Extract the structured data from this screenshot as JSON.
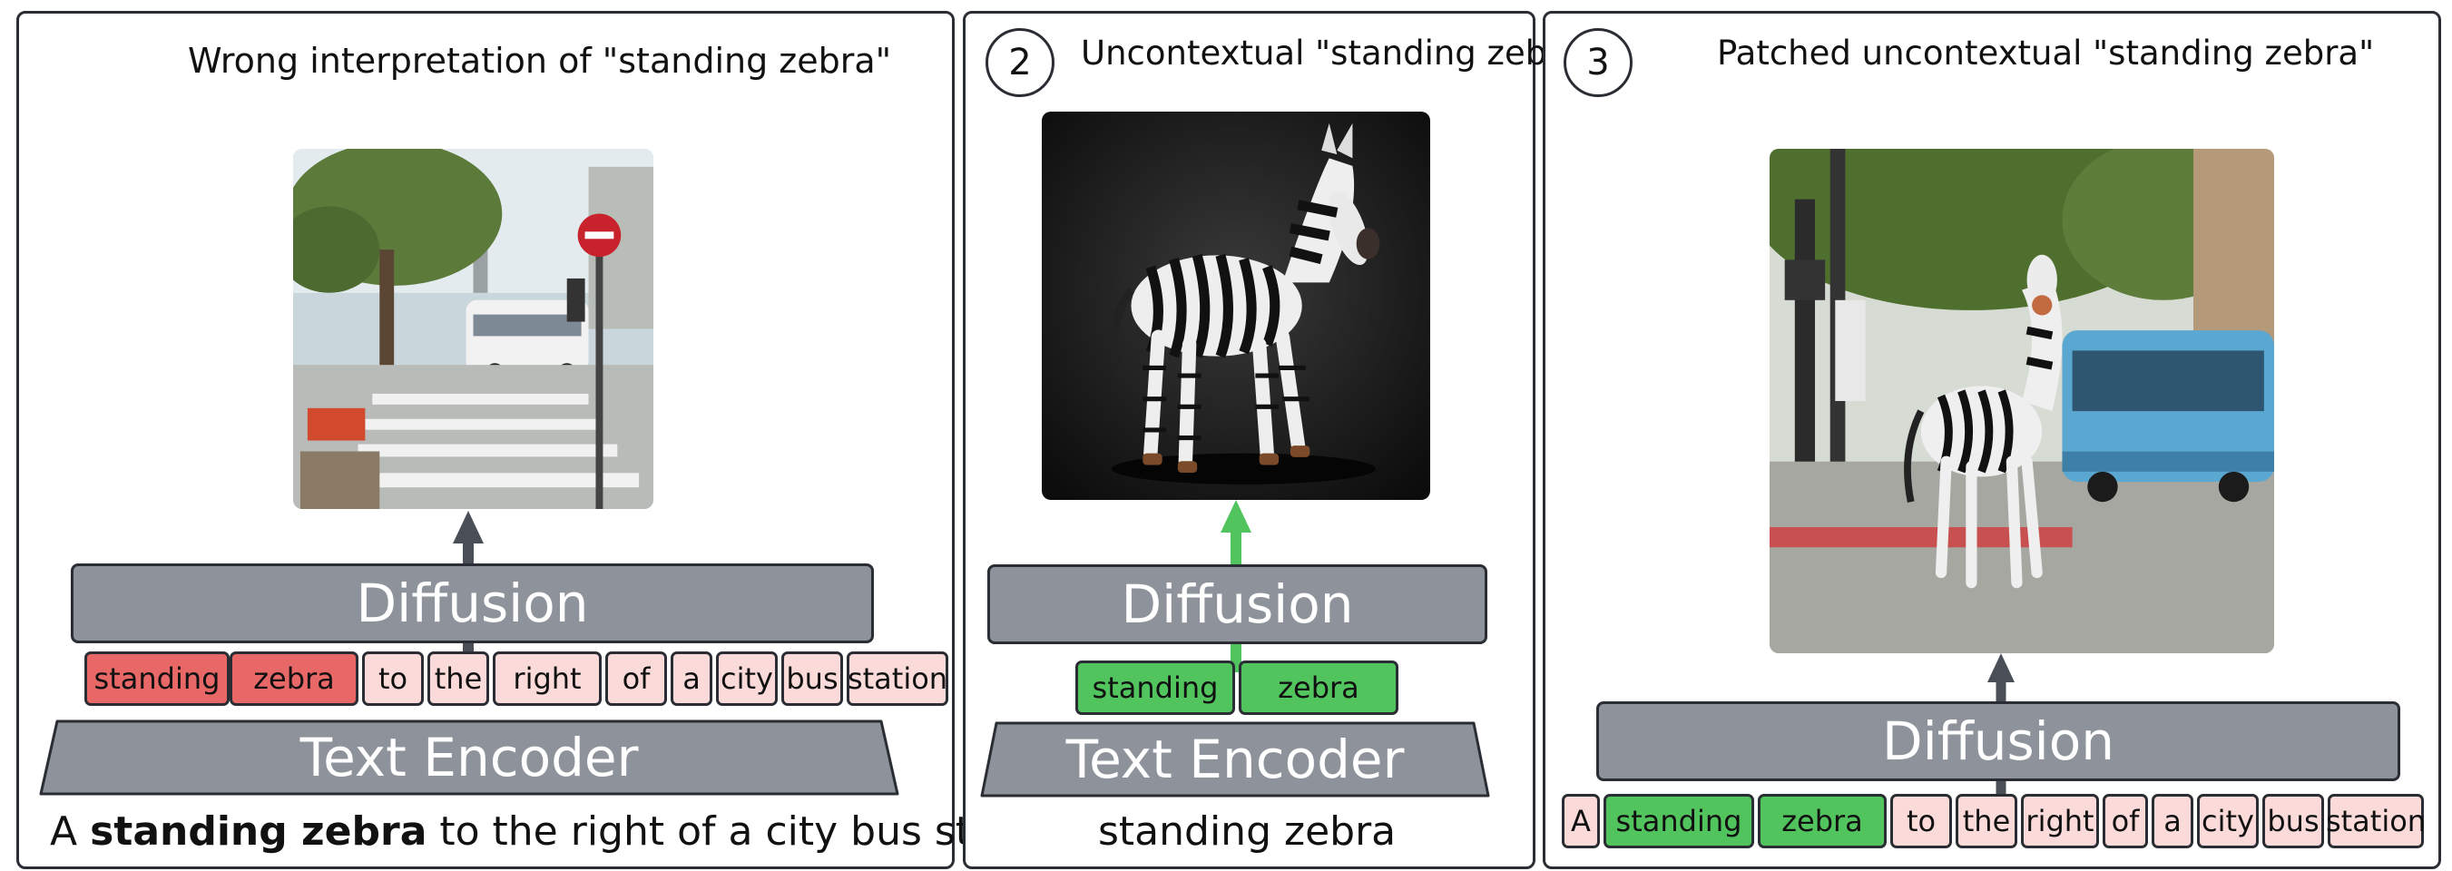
{
  "panel1": {
    "title": "Wrong interpretation of \"standing zebra\"",
    "diffusion": "Diffusion",
    "encoder": "Text Encoder",
    "tokens": [
      "standing",
      "zebra",
      "to",
      "the",
      "right",
      "of",
      "a",
      "city",
      "bus",
      "station"
    ],
    "token_colors": [
      "red",
      "red",
      "pink",
      "pink",
      "pink",
      "pink",
      "pink",
      "pink",
      "pink",
      "pink"
    ],
    "prompt_pre": "A ",
    "prompt_bold": "standing zebra",
    "prompt_post": " to the right of a city bus station"
  },
  "panel2": {
    "number": "2",
    "title": "Uncontextual \"standing zebra\"",
    "diffusion": "Diffusion",
    "encoder": "Text Encoder",
    "tokens": [
      "standing",
      "zebra"
    ],
    "token_colors": [
      "green",
      "green"
    ],
    "prompt": "standing zebra"
  },
  "panel3": {
    "number": "3",
    "title": "Patched uncontextual \"standing zebra\"",
    "diffusion": "Diffusion",
    "tokens": [
      "A",
      "standing",
      "zebra",
      "to",
      "the",
      "right",
      "of",
      "a",
      "city",
      "bus",
      "station"
    ],
    "token_colors": [
      "pink",
      "green",
      "green",
      "pink",
      "pink",
      "pink",
      "pink",
      "pink",
      "pink",
      "pink",
      "pink"
    ]
  },
  "colors": {
    "arrow_gray": "#4a4f57",
    "arrow_green": "#52c45e",
    "token_red": "#e86767",
    "token_pink": "#fbdada",
    "token_green": "#52c45e",
    "block_gray": "#8e939b"
  }
}
